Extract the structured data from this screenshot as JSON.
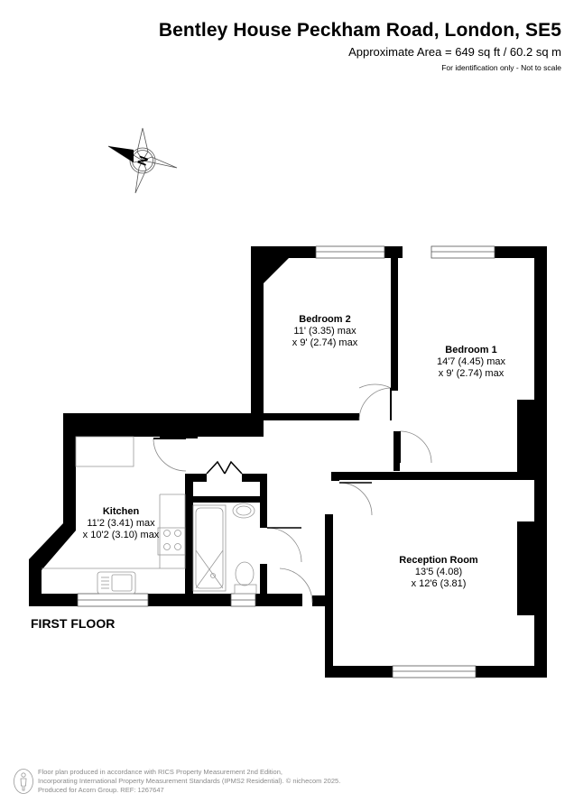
{
  "header": {
    "title": "Bentley House Peckham Road, London, SE5",
    "area": "Approximate Area = 649 sq ft / 60.2 sq m",
    "note": "For identification only - Not to scale"
  },
  "compass": {
    "icon": "north-compass-icon",
    "letter": "N"
  },
  "floor": {
    "label": "FIRST FLOOR"
  },
  "rooms": [
    {
      "name": "Bedroom 2",
      "dim1": "11' (3.35) max",
      "dim2": "x 9' (2.74) max"
    },
    {
      "name": "Bedroom 1",
      "dim1": "14'7 (4.45) max",
      "dim2": "x 9' (2.74) max"
    },
    {
      "name": "Kitchen",
      "dim1": "11'2 (3.41) max",
      "dim2": "x 10'2 (3.10) max"
    },
    {
      "name": "Reception Room",
      "dim1": "13'5 (4.08)",
      "dim2": "x 12'6 (3.81)"
    }
  ],
  "footer": {
    "line1": "Floor plan produced in accordance with RICS Property Measurement 2nd Edition,",
    "line2": "Incorporating International Property Measurement Standards (IPMS2 Residential).   © nichecom 2025.",
    "line3": "Produced for Acorn Group.   REF:  1267647"
  },
  "colors": {
    "wall": "#000000",
    "fixture": "#8c8c8c",
    "footer_text": "#8a8a8a"
  }
}
